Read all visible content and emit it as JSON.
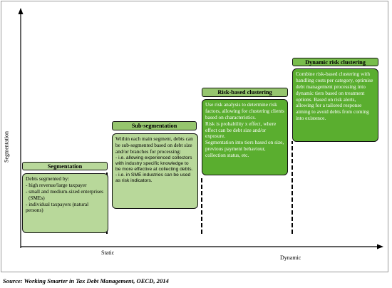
{
  "axes": {
    "y_label": "Segmentation",
    "x_static": "Static",
    "x_dynamic": "Dynamic"
  },
  "stages": [
    {
      "title": "Segmentation",
      "intro": "Debts segmented by:",
      "items": [
        "high revenue/large taxpayer",
        "small and medium-sized enterprises",
        "(SMEs)",
        "individual taxpayers (natural persons)"
      ]
    },
    {
      "title": "Sub-segmentation",
      "intro": "Within each main segment, debts can be sub-segmented based on debt size and/or branches for processing:",
      "items": [
        "i.e. allowing experienced collectors with industry specific knowledge to be more effective at collecting debts.",
        "i.e. in SME industries can be used as risk indicators."
      ]
    },
    {
      "title": "Risk-based clustering",
      "lines": [
        "Use risk analysis to determine risk factors, allowing for clustering clients based on characteristics.",
        "Risk is probability x effect, where effect can be debt size and/or exposure.",
        "Segmentation into tiers based on size, previous payment behaviour, collection status, etc."
      ]
    },
    {
      "title": "Dynamic risk clustering",
      "text": "Combine risk-based clustering with handling costs per category, optimise debt management processing into dynamic tiers based on treatment options. Based on risk alerts, allowing for a tailored response aiming to avoid debts from coming into existence."
    }
  ],
  "source": "Source: Working Smarter in Tax Debt Management, OECD, 2014"
}
